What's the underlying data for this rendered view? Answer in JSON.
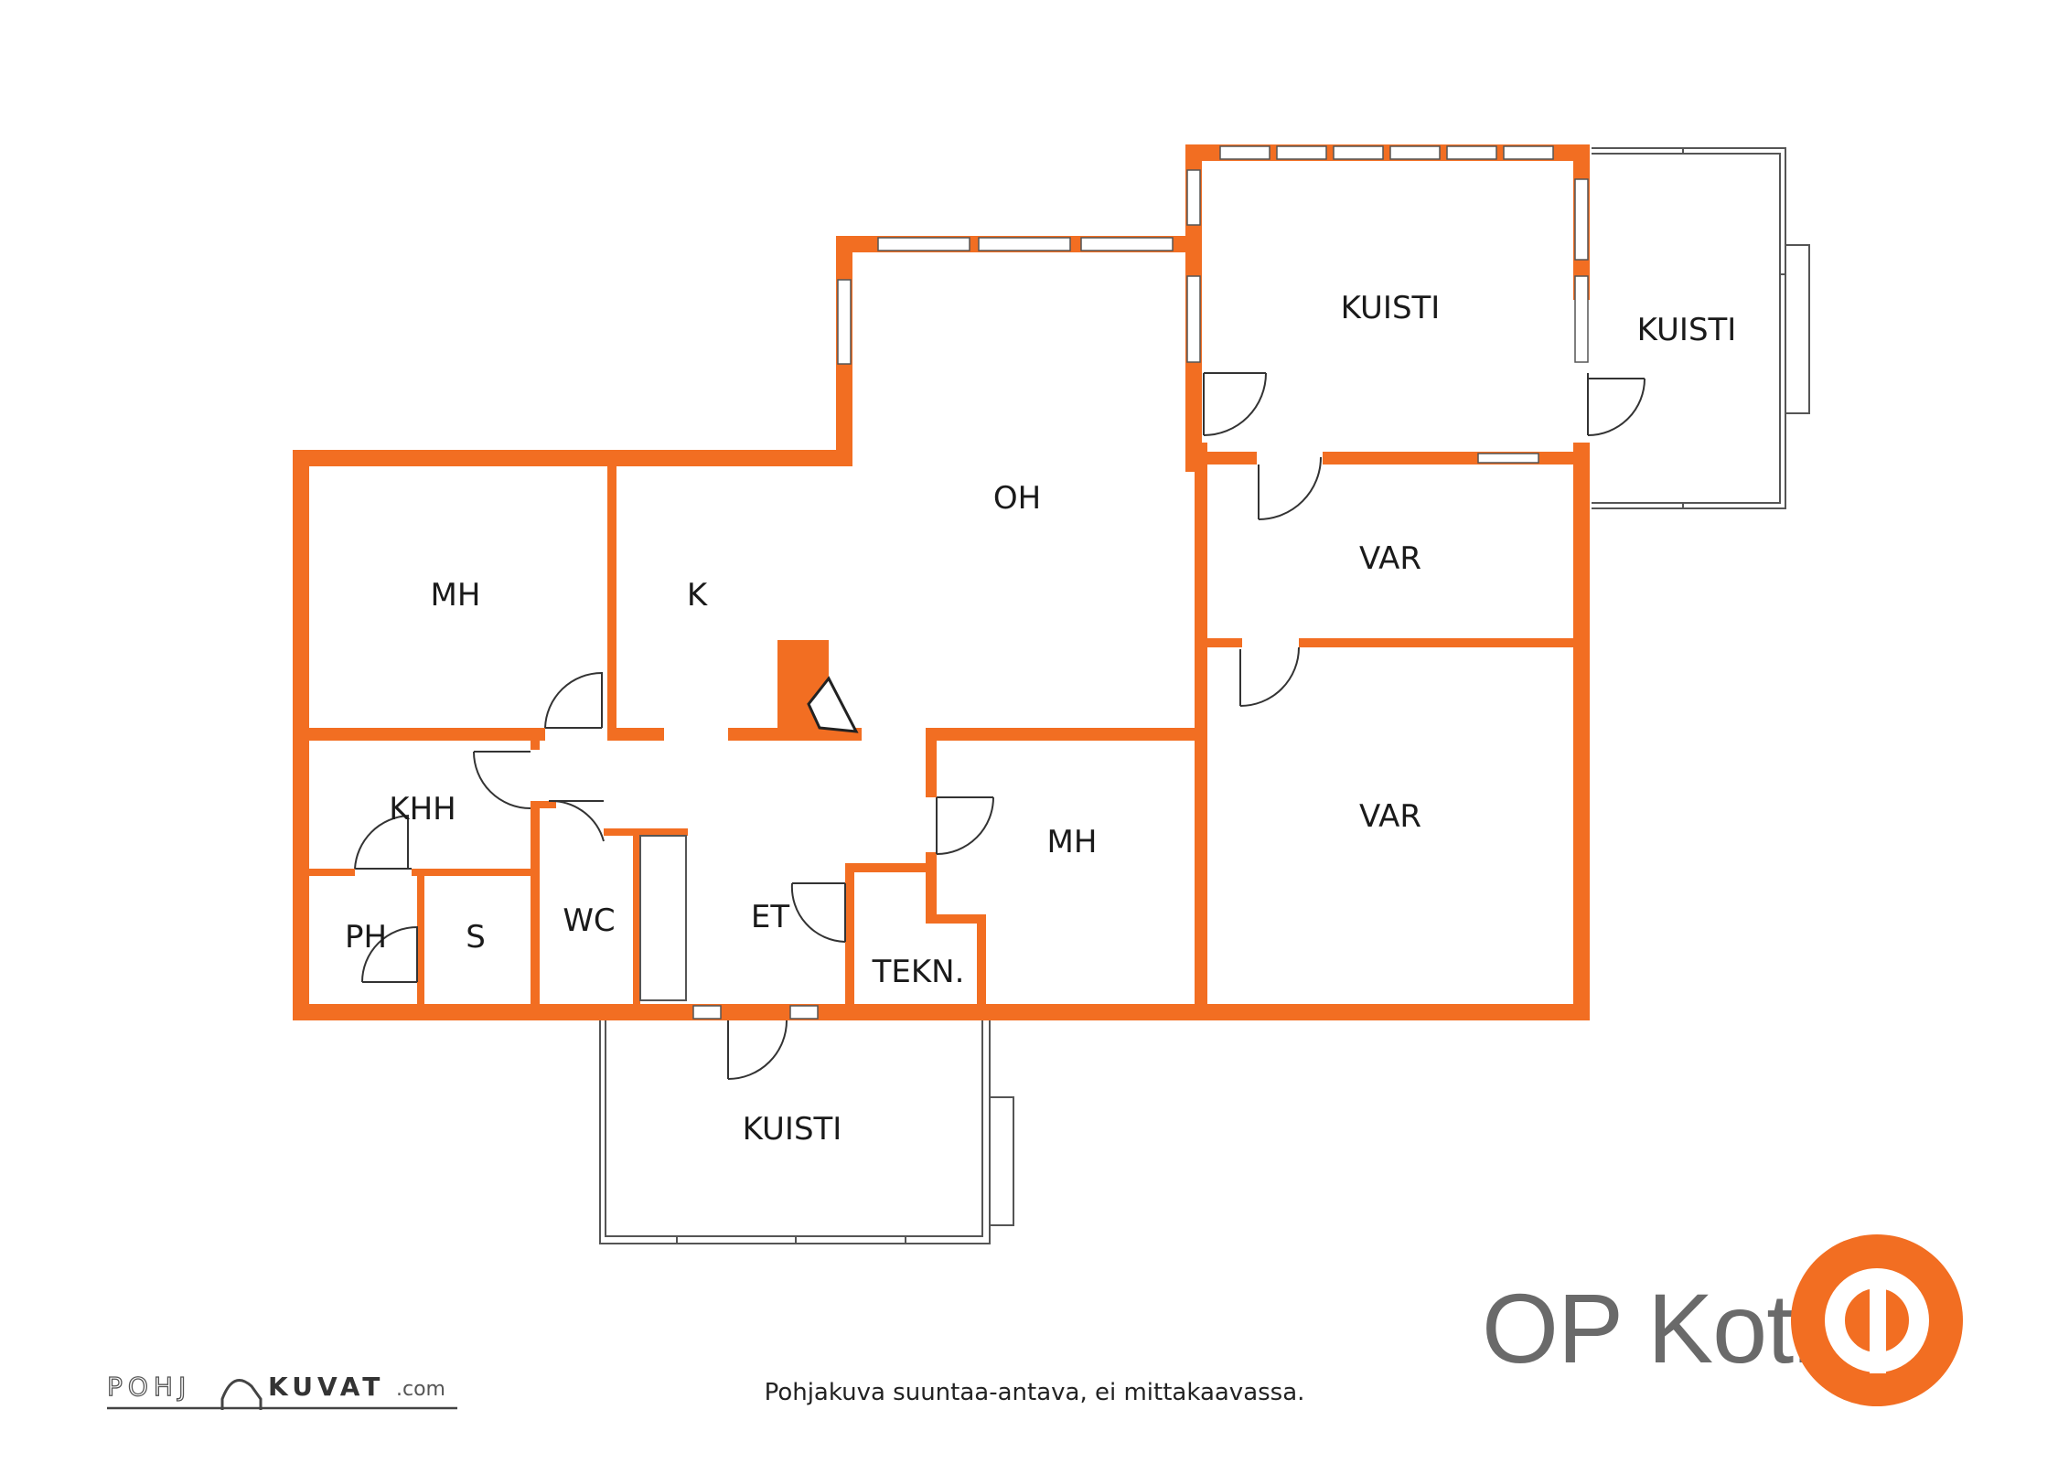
{
  "colors": {
    "wall": "#f26e22",
    "line": "#555555",
    "text": "#1a1a1a",
    "brand_grey": "#6a6a6a"
  },
  "rooms": {
    "kuisti_top": "KUISTI",
    "kuisti_right": "KUISTI",
    "kuisti_bottom": "KUISTI",
    "oh": "OH",
    "k": "K",
    "mh_left": "MH",
    "mh_right": "MH",
    "var_top": "VAR",
    "var_bottom": "VAR",
    "khh": "KHH",
    "ph": "PH",
    "s": "S",
    "wc": "WC",
    "et": "ET",
    "tekn": "TEKN."
  },
  "caption": "Pohjakuva suuntaa-antava, ei mittakaavassa.",
  "brand": {
    "name": "OP Koti",
    "logo_icon": "op-logo-icon"
  },
  "watermark": {
    "left": "POHJ",
    "right": "KUVAT",
    "suffix": ".com"
  }
}
